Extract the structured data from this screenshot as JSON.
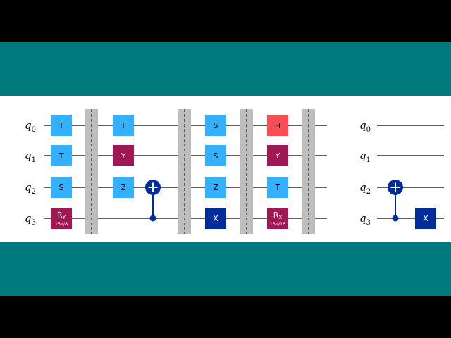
{
  "colors": {
    "teal_band": "#007a7c",
    "background": "#000000",
    "panel": "#ffffff",
    "gate_light_blue": "#33b1ff",
    "gate_magenta": "#9f1853",
    "gate_red": "#fa4d56",
    "gate_dark_blue": "#002d9c",
    "barrier": "#bdbdbd"
  },
  "left_circuit": {
    "qubits": [
      {
        "name": "q",
        "index": "0"
      },
      {
        "name": "q",
        "index": "1"
      },
      {
        "name": "q",
        "index": "2"
      },
      {
        "name": "q",
        "index": "3"
      }
    ],
    "gates": [
      {
        "label": "T",
        "sub": "",
        "param": "",
        "qubit": 0,
        "col": 0,
        "color": "light_blue"
      },
      {
        "label": "T",
        "sub": "",
        "param": "",
        "qubit": 1,
        "col": 0,
        "color": "light_blue"
      },
      {
        "label": "S",
        "sub": "",
        "param": "",
        "qubit": 2,
        "col": 0,
        "color": "light_blue"
      },
      {
        "label": "R",
        "sub": "Y",
        "param": "13π/8",
        "qubit": 3,
        "col": 0,
        "color": "magenta"
      },
      {
        "label": "T",
        "sub": "",
        "param": "",
        "qubit": 0,
        "col": 1,
        "color": "light_blue"
      },
      {
        "label": "Y",
        "sub": "",
        "param": "",
        "qubit": 1,
        "col": 1,
        "color": "magenta"
      },
      {
        "label": "Z",
        "sub": "",
        "param": "",
        "qubit": 2,
        "col": 1,
        "color": "light_blue"
      },
      {
        "label": "S",
        "sub": "",
        "param": "",
        "qubit": 0,
        "col": 3,
        "color": "light_blue"
      },
      {
        "label": "S",
        "sub": "",
        "param": "",
        "qubit": 1,
        "col": 3,
        "color": "light_blue"
      },
      {
        "label": "Z",
        "sub": "",
        "param": "",
        "qubit": 2,
        "col": 3,
        "color": "light_blue"
      },
      {
        "label": "X",
        "sub": "",
        "param": "",
        "qubit": 3,
        "col": 3,
        "color": "dark_blue"
      },
      {
        "label": "H",
        "sub": "",
        "param": "",
        "qubit": 0,
        "col": 4,
        "color": "red"
      },
      {
        "label": "Y",
        "sub": "",
        "param": "",
        "qubit": 1,
        "col": 4,
        "color": "magenta"
      },
      {
        "label": "T",
        "sub": "",
        "param": "",
        "qubit": 2,
        "col": 4,
        "color": "light_blue"
      },
      {
        "label": "R",
        "sub": "X",
        "param": "13π/16",
        "qubit": 3,
        "col": 4,
        "color": "magenta"
      }
    ],
    "cnots": [
      {
        "control": 3,
        "target": 2,
        "col": 2
      }
    ],
    "barriers": 4
  },
  "right_circuit": {
    "qubits": [
      {
        "name": "q",
        "index": "0"
      },
      {
        "name": "q",
        "index": "1"
      },
      {
        "name": "q",
        "index": "2"
      },
      {
        "name": "q",
        "index": "3"
      }
    ],
    "gates": [
      {
        "label": "X",
        "sub": "",
        "param": "",
        "qubit": 3,
        "col": 1,
        "color": "dark_blue"
      }
    ],
    "cnots": [
      {
        "control": 3,
        "target": 2,
        "col": 0
      }
    ]
  }
}
